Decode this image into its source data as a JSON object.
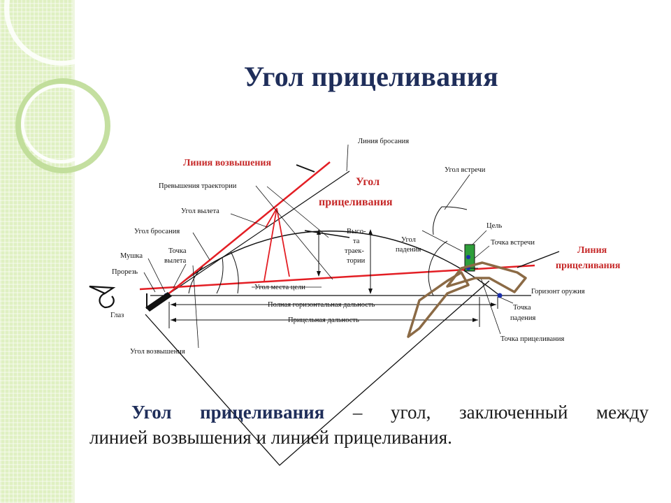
{
  "slide": {
    "title": "Угол прицеливания",
    "definition": {
      "term": "Угол прицеливания",
      "line1_rest": " – угол, заключенный между",
      "line2": "линией возвышения и линией прицеливания."
    }
  },
  "diagram": {
    "labels": {
      "throw_line": "Линия бросания",
      "elevation_line": "Линия возвышения",
      "aiming_angle_1": "Угол",
      "aiming_angle_2": "прицеливания",
      "meeting_angle": "Угол встречи",
      "trajectory_excess": "Превышения траектории",
      "departure_angle": "Угол вылета",
      "throw_angle": "Угол бросания",
      "front_sight": "Мушка",
      "departure_point_1": "Точка",
      "departure_point_2": "вылета",
      "rear_sight": "Прорезь",
      "eye": "Глаз",
      "elevation_angle": "Угол возвышения",
      "height_1": "Высо-",
      "height_2": "та",
      "height_3": "траек-",
      "height_4": "тории",
      "fall_angle_1": "Угол",
      "fall_angle_2": "падения",
      "target": "Цель",
      "meeting_point": "Точка встречи",
      "aim_line_1": "Линия",
      "aim_line_2": "прицеливания",
      "weapon_horizon": "Горизонт оружия",
      "fall_point_1": "Точка",
      "fall_point_2": "падения",
      "aim_point": "Точка прицеливания",
      "target_site_angle": "Угол места цели",
      "full_range": "Полная горизонтальная дальность",
      "aim_range": "Прицельная дальность"
    },
    "colors": {
      "red_lines": "#e31e24",
      "title": "#1f2e5a",
      "target": "#2e9e3a",
      "point": "#1a2ea8",
      "arrow_shape": "#8b6a45"
    }
  }
}
